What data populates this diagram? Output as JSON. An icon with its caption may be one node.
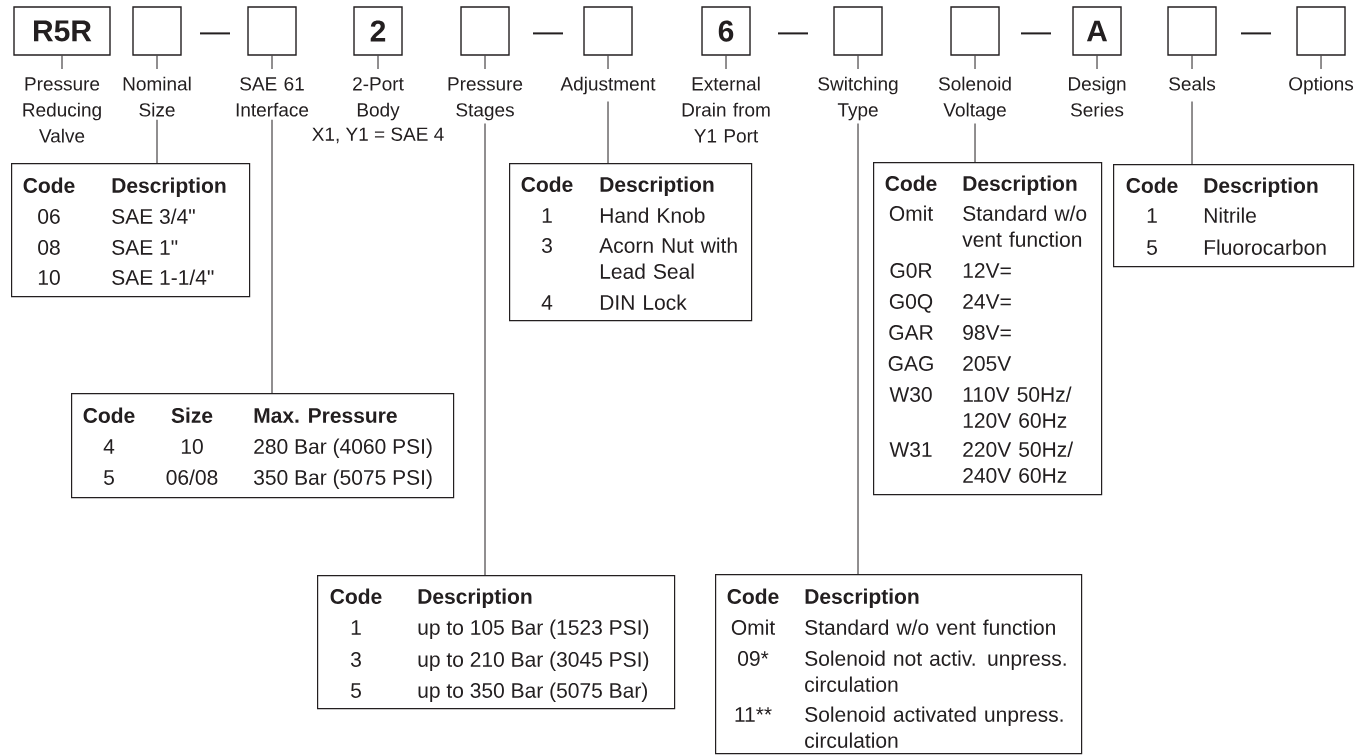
{
  "diagram": {
    "nodes": [
      {
        "text": [
          "R5R"
        ]
      },
      {
        "text": [],
        "shape": "box"
      },
      {
        "text": [],
        "shape": "box"
      },
      {
        "text": [
          "2"
        ]
      },
      {
        "text": [],
        "shape": "box"
      },
      {
        "text": [],
        "shape": "box"
      },
      {
        "text": [
          "6"
        ]
      },
      {
        "text": [],
        "shape": "box"
      },
      {
        "text": [],
        "shape": "box"
      },
      {
        "text": [
          "A"
        ]
      },
      {
        "text": [],
        "shape": "box"
      },
      {
        "text": [],
        "shape": "box"
      },
      {
        "text": [
          "Pressure Reducing Valve"
        ]
      },
      {
        "text": [
          "Nominal Size"
        ]
      },
      {
        "text": [
          "SAE 61 Interface"
        ]
      },
      {
        "text": [
          "2-Port Body",
          "X1, Y1 = SAE 4"
        ]
      },
      {
        "text": [
          "Pressure Stages"
        ]
      },
      {
        "text": [
          "Adjustment"
        ]
      },
      {
        "text": [
          "External Drain from Y1 Port"
        ]
      },
      {
        "text": [
          "Switching Type"
        ]
      },
      {
        "text": [
          "Solenoid Voltage"
        ]
      },
      {
        "text": [
          "Design Series"
        ]
      },
      {
        "text": [
          "Seals"
        ]
      },
      {
        "text": [
          "Options"
        ]
      },
      {
        "text": [
          "Code",
          "Description",
          "06",
          "SAE 3/4\"",
          "08",
          "SAE 1\"",
          "10",
          "SAE 1-1/4\""
        ]
      },
      {
        "text": [
          "Code",
          "Description",
          "1",
          "Hand Knob",
          "3",
          "Acorn Nut with Lead Seal",
          "4",
          "DIN Lock"
        ]
      },
      {
        "text": [
          "Code",
          "Description",
          "Omit",
          "Standard w/o vent function",
          "G0R",
          "12V=",
          "G0Q",
          "24V=",
          "GAR",
          "98V=",
          "GAG",
          "205V",
          "W30",
          "110V 50Hz/ 120V 60Hz",
          "W31",
          "220V 50Hz/ 240V 60Hz"
        ]
      },
      {
        "text": [
          "Code",
          "Description",
          "1",
          "Nitrile",
          "5",
          "Fluorocarbon"
        ]
      },
      {
        "text": [
          "Code",
          "Size",
          "Max. Pressure",
          "4",
          "10",
          "280 Bar (4060 PSI)",
          "5",
          "06/08",
          "350 Bar (5075 PSI)"
        ]
      },
      {
        "text": [
          "Code",
          "Description",
          "1",
          "up to 105 Bar (1523 PSI)",
          "3",
          "up to 210 Bar (3045 PSI)",
          "5",
          "up to 350 Bar (5075 Bar)"
        ]
      },
      {
        "text": [
          "Code",
          "Description",
          "Omit",
          "Standard w/o vent function",
          "09*",
          "Solenoid not activ. unpress. circulation",
          "11**",
          "Solenoid activated unpress. circulation"
        ]
      }
    ],
    "edges": [
      {
        "from": 0,
        "to": 12,
        "arrow": "none"
      },
      {
        "from": 1,
        "to": 13,
        "arrow": "none"
      },
      {
        "from": 2,
        "to": 14,
        "arrow": "none"
      },
      {
        "from": 3,
        "to": 15,
        "arrow": "none"
      },
      {
        "from": 4,
        "to": 16,
        "arrow": "none"
      },
      {
        "from": 5,
        "to": 17,
        "arrow": "none"
      },
      {
        "from": 6,
        "to": 18,
        "arrow": "none"
      },
      {
        "from": 7,
        "to": 19,
        "arrow": "none"
      },
      {
        "from": 8,
        "to": 20,
        "arrow": "none"
      },
      {
        "from": 9,
        "to": 21,
        "arrow": "none"
      },
      {
        "from": 10,
        "to": 22,
        "arrow": "none"
      },
      {
        "from": 11,
        "to": 23,
        "arrow": "none"
      },
      {
        "from": 13,
        "to": 24,
        "arrow": "none"
      },
      {
        "from": 17,
        "to": 25,
        "arrow": "none"
      },
      {
        "from": 20,
        "to": 26,
        "arrow": "none"
      },
      {
        "from": 22,
        "to": 27,
        "arrow": "none"
      },
      {
        "from": 14,
        "to": 28,
        "arrow": "none"
      },
      {
        "from": 16,
        "to": 29,
        "arrow": "none"
      },
      {
        "from": 19,
        "to": 30,
        "arrow": "none"
      }
    ],
    "labels": [
      "—",
      "—",
      "—",
      "—",
      "—"
    ]
  }
}
